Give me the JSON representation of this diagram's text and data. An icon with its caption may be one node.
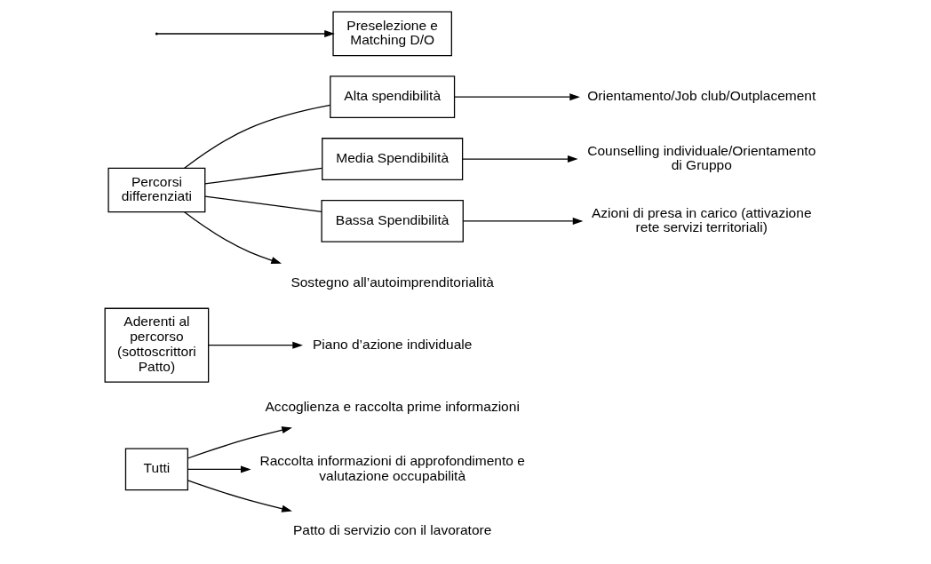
{
  "diagram": {
    "nodes": [
      {
        "text": [
          "Tutti"
        ]
      },
      {
        "text": [
          "Accoglienza e raccolta prime informazioni"
        ]
      },
      {
        "text": [
          "Raccolta informazioni di approfondimento e valutazione occupabilità"
        ]
      },
      {
        "text": [
          "Patto di servizio con il lavoratore"
        ]
      },
      {
        "text": [
          "Aderenti al percorso (sottoscrittori Patto)"
        ]
      },
      {
        "text": [
          "Piano d’azione individuale"
        ]
      },
      {
        "text": [
          "Percorsi differenziati"
        ]
      },
      {
        "text": [
          "Alta spendibilità"
        ]
      },
      {
        "text": [
          "Orientamento/Job club/Outplacement"
        ]
      },
      {
        "text": [
          "Media Spendibilità"
        ]
      },
      {
        "text": [
          "Counselling individuale/Orientamento di Gruppo"
        ]
      },
      {
        "text": [
          "Bassa Spendibilità"
        ]
      },
      {
        "text": [
          "Azioni di presa in carico (attivazione rete servizi territoriali)"
        ]
      },
      {
        "text": [
          "Sostegno all’autoimprenditorialità"
        ]
      },
      {
        "text": [
          "Preselezione e Matching D/O"
        ]
      }
    ],
    "edges": [
      {
        "from": 0,
        "to": 1,
        "arrow": "to"
      },
      {
        "from": 0,
        "to": 2,
        "arrow": "to"
      },
      {
        "from": 0,
        "to": 3,
        "arrow": "to"
      },
      {
        "from": 4,
        "to": 5,
        "arrow": "to"
      },
      {
        "from": 6,
        "to": 7,
        "arrow": "none"
      },
      {
        "from": 6,
        "to": 9,
        "arrow": "none"
      },
      {
        "from": 6,
        "to": 11,
        "arrow": "none"
      },
      {
        "from": 6,
        "to": 13,
        "arrow": "to"
      },
      {
        "from": 7,
        "to": 8,
        "arrow": "to"
      },
      {
        "from": 9,
        "to": 10,
        "arrow": "to"
      },
      {
        "from": 11,
        "to": 12,
        "arrow": "to"
      },
      {
        "from": null,
        "to": 14,
        "arrow": "to"
      }
    ]
  }
}
